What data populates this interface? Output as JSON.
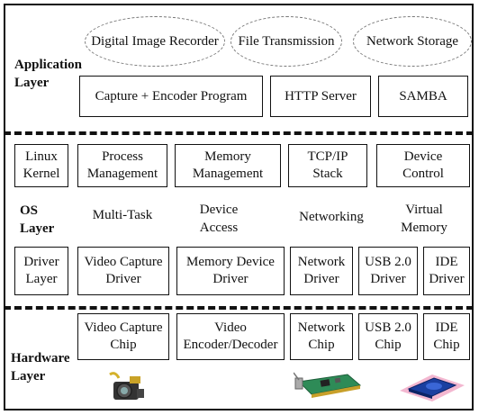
{
  "application_layer": {
    "label": "Application\nLayer",
    "apps": [
      "Digital Image Recorder",
      "File Transmission",
      "Network Storage"
    ],
    "programs": [
      "Capture + Encoder Program",
      "HTTP Server",
      "SAMBA"
    ]
  },
  "os_layer": {
    "label": "OS\nLayer",
    "kernel_row": [
      "Linux\nKernel",
      "Process\nManagement",
      "Memory\nManagement",
      "TCP/IP\nStack",
      "Device\nControl"
    ],
    "features": [
      "Multi-Task",
      "Device\nAccess",
      "Networking",
      "Virtual\nMemory"
    ],
    "driver_row": [
      "Driver\nLayer",
      "Video Capture\nDriver",
      "Memory Device\nDriver",
      "Network\nDriver",
      "USB 2.0\nDriver",
      "IDE\nDriver"
    ]
  },
  "hardware_layer": {
    "label": "Hardware\nLayer",
    "chips": [
      "Video Capture\nChip",
      "Video\nEncoder/Decoder",
      "Network\nChip",
      "USB 2.0\nChip",
      "IDE\nChip"
    ],
    "images": [
      "camera-image",
      "network-card-image",
      "hard-drive-image"
    ]
  }
}
